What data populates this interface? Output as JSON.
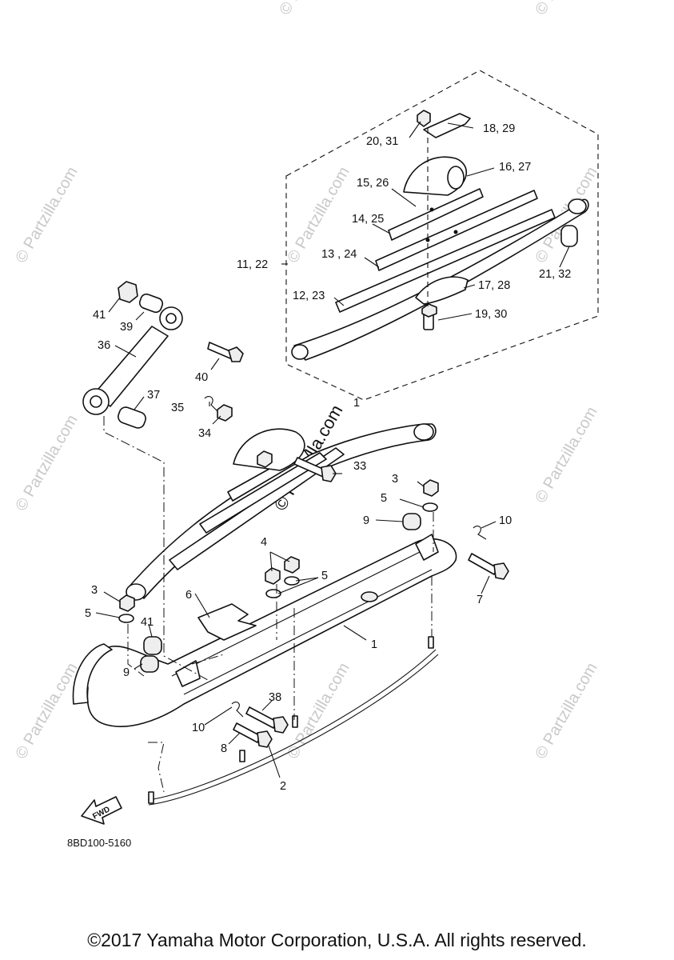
{
  "diagram": {
    "code": "8BD100-5160",
    "copyright": "©2017 Yamaha Motor Corporation, U.S.A. All rights reserved.",
    "fwd_label": "FWD",
    "watermark_text": "© Partzilla.com",
    "callouts": {
      "c1a": "1",
      "c1b": "1",
      "c2": "2",
      "c3a": "3",
      "c3b": "3",
      "c4": "4",
      "c5a": "5",
      "c5b": "5",
      "c5c": "5",
      "c6": "6",
      "c7": "7",
      "c8": "8",
      "c9a": "9",
      "c9b": "9",
      "c10a": "10",
      "c10b": "10",
      "c11_22": "11, 22",
      "c12_23": "12, 23",
      "c13_24": "13 , 24",
      "c14_25": "14, 25",
      "c15_26": "15, 26",
      "c16_27": "16, 27",
      "c17_28": "17, 28",
      "c18_29": "18, 29",
      "c19_30": "19, 30",
      "c20_31": "20, 31",
      "c21_32": "21, 32",
      "c33": "33",
      "c34": "34",
      "c35": "35",
      "c36": "36",
      "c37": "37",
      "c38": "38",
      "c39": "39",
      "c40": "40",
      "c41a": "41",
      "c41b": "41"
    }
  }
}
